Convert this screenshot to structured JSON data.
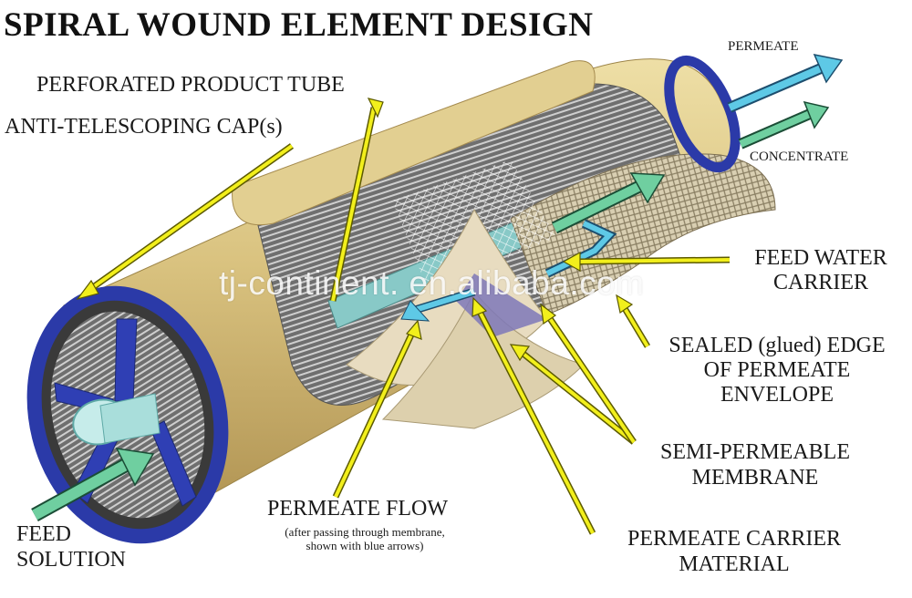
{
  "title": "SPIRAL WOUND ELEMENT DESIGN",
  "labels": {
    "perforated_product_tube": "PERFORATED PRODUCT TUBE",
    "anti_telescoping_cap": "ANTI-TELESCOPING CAP(s)",
    "permeate": "PERMEATE",
    "concentrate": "CONCENTRATE",
    "feed_water_carrier_1": "FEED WATER",
    "feed_water_carrier_2": "CARRIER",
    "sealed_edge_1": "SEALED (glued) EDGE",
    "sealed_edge_2": "OF PERMEATE",
    "sealed_edge_3": "ENVELOPE",
    "semi_permeable_1": "SEMI-PERMEABLE",
    "semi_permeable_2": "MEMBRANE",
    "permeate_flow": "PERMEATE FLOW",
    "permeate_flow_note_1": "(after passing through membrane,",
    "permeate_flow_note_2": "shown with blue arrows)",
    "permeate_carrier_1": "PERMEATE CARRIER",
    "permeate_carrier_2": "MATERIAL",
    "feed_solution_1": "FEED",
    "feed_solution_2": "SOLUTION"
  },
  "watermark": "tj-continent. en.alibaba.com",
  "colors": {
    "shell": "#d8c27e",
    "cap": "#2b3aa8",
    "pointer": "#f2ef1c",
    "flow_arrow": "#6fcfa0",
    "permeate_arrow": "#5ec9e6"
  }
}
